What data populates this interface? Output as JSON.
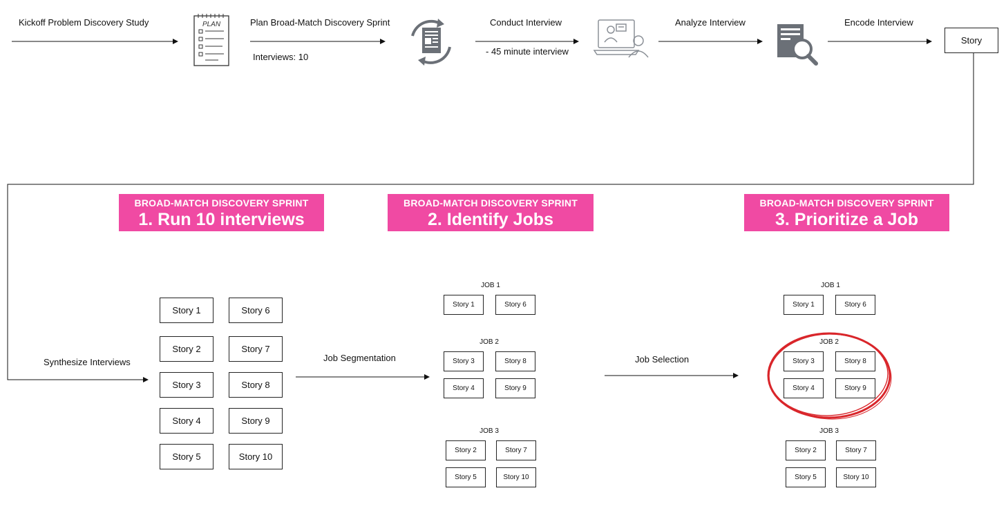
{
  "flow": {
    "kickoff": "Kickoff Problem Discovery Study",
    "plan": "Plan Broad-Match Discovery Sprint",
    "plan_note": "Interviews: 10",
    "conduct": "Conduct Interview",
    "conduct_note": "- 45 minute interview",
    "analyze": "Analyze Interview",
    "encode": "Encode Interview",
    "story": "Story",
    "synthesize": "Synthesize Interviews",
    "segmentation": "Job Segmentation",
    "selection": "Job Selection"
  },
  "icons": {
    "plan": "plan-checklist-icon",
    "plan_text": "PLAN",
    "cycle": "document-cycle-icon",
    "video": "video-call-icon",
    "analyze": "document-search-icon"
  },
  "banners": [
    {
      "sub": "BROAD-MATCH DISCOVERY SPRINT",
      "main": "1. Run 10 interviews"
    },
    {
      "sub": "BROAD-MATCH DISCOVERY SPRINT",
      "main": "2. Identify Jobs"
    },
    {
      "sub": "BROAD-MATCH DISCOVERY SPRINT",
      "main": "3. Prioritize a Job"
    }
  ],
  "stories": [
    "Story 1",
    "Story 6",
    "Story 2",
    "Story 7",
    "Story 3",
    "Story 8",
    "Story 4",
    "Story 9",
    "Story 5",
    "Story 10"
  ],
  "jobs": [
    {
      "title": "JOB 1",
      "stories": [
        "Story 1",
        "Story 6"
      ]
    },
    {
      "title": "JOB 2",
      "stories": [
        "Story 3",
        "Story 8",
        "Story 4",
        "Story 9"
      ]
    },
    {
      "title": "JOB 3",
      "stories": [
        "Story 2",
        "Story 7",
        "Story 5",
        "Story 10"
      ]
    }
  ],
  "prioritized": [
    {
      "title": "JOB 1",
      "stories": [
        "Story 1",
        "Story 6"
      ]
    },
    {
      "title": "JOB 2",
      "stories": [
        "Story 3",
        "Story 8",
        "Story 4",
        "Story 9"
      ]
    },
    {
      "title": "JOB 3",
      "stories": [
        "Story 2",
        "Story 7",
        "Story 5",
        "Story 10"
      ]
    }
  ],
  "colors": {
    "banner": "#f04aa3",
    "highlight": "#d9262b",
    "icon": "#6b7077"
  }
}
